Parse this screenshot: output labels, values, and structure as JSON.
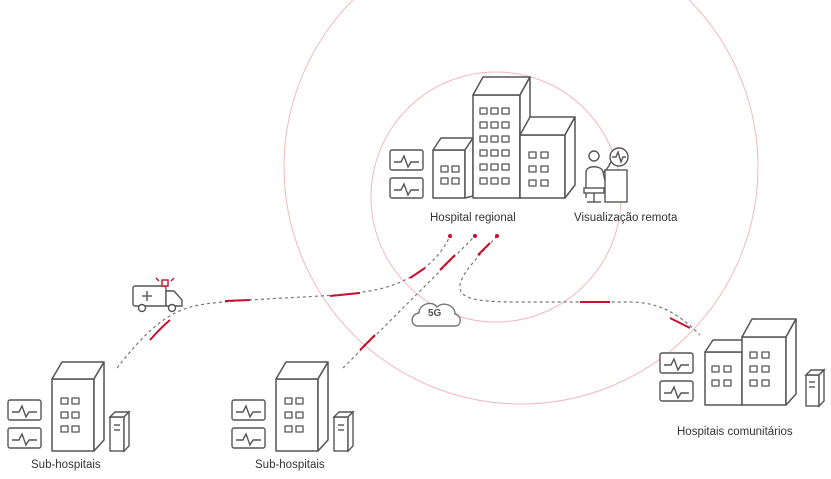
{
  "labels": {
    "regional": "Hospital regional",
    "remote": "Visualização remota",
    "sub1": "Sub-hospitais",
    "sub2": "Sub-hospitais",
    "community": "Hospitais comunitários",
    "network": "5G"
  },
  "colors": {
    "stroke": "#555555",
    "accent": "#c8102e",
    "circle": "#f2b8be",
    "dash": "#777777"
  },
  "icons": [
    "hospital-building-icon",
    "monitor-icon",
    "server-icon",
    "ambulance-icon",
    "cloud-icon",
    "doctor-workstation-icon"
  ]
}
